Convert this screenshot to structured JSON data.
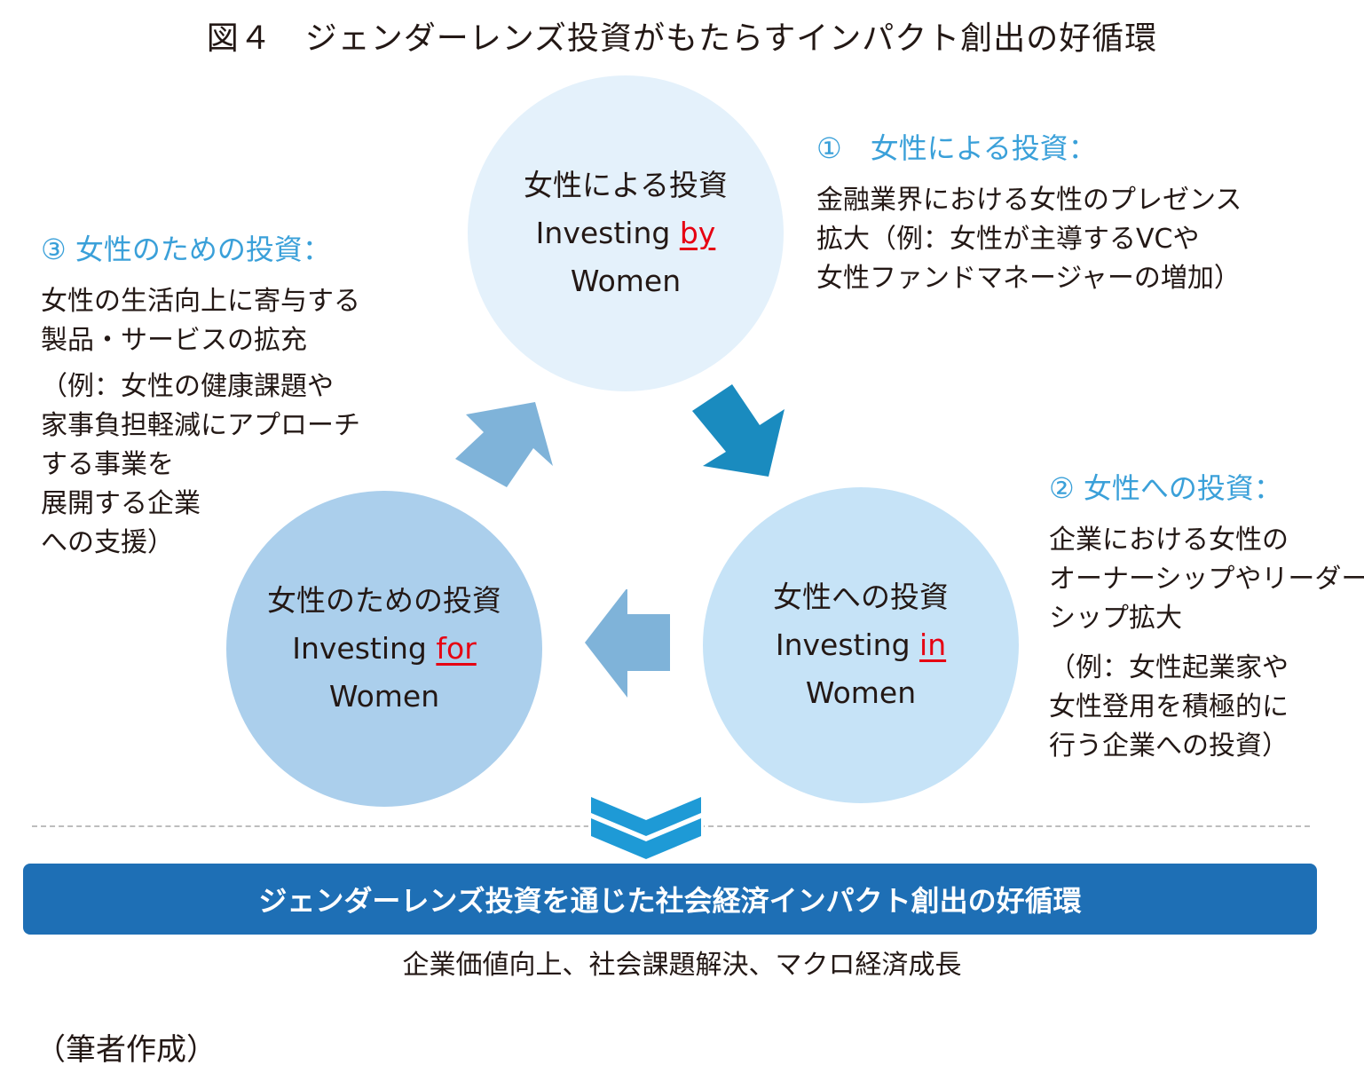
{
  "title": "図４　ジェンダーレンズ投資がもたらすインパクト創出の好循環",
  "circles": {
    "top": {
      "jp": "女性による投資",
      "en_pre": "Investing",
      "en_kw": "by",
      "en_post": "Women"
    },
    "right": {
      "jp": "女性への投資",
      "en_pre": "Investing",
      "en_kw": "in",
      "en_post": "Women"
    },
    "left": {
      "jp": "女性のための投資",
      "en_pre": "Investing",
      "en_kw": "for",
      "en_post": "Women"
    }
  },
  "annotations": {
    "one": {
      "head": "①　女性による投資：",
      "lines": [
        "金融業界における女性のプレゼンス",
        "拡大（例：女性が主導するVCや",
        "女性ファンドマネージャーの増加）"
      ]
    },
    "two": {
      "head": "②  女性への投資：",
      "lines": [
        "企業における女性の",
        "オーナーシップやリーダー",
        "シップ拡大"
      ],
      "example": [
        "（例：女性起業家や",
        "女性登用を積極的に",
        "行う企業への投資）"
      ]
    },
    "three": {
      "head": "③  女性のための投資：",
      "lines": [
        "女性の生活向上に寄与する",
        "製品・サービスの拡充"
      ],
      "example": [
        "（例：女性の健康課題や",
        "家事負担軽減にアプローチ",
        "する事業を",
        "展開する企業",
        "への支援）"
      ]
    }
  },
  "banner": "ジェンダーレンズ投資を通じた社会経済インパクト創出の好循環",
  "outcomes": "企業価値向上、社会課題解決、マクロ経済成長",
  "source": "（筆者作成）",
  "colors": {
    "accent_text": "#3aa0d9",
    "highlight": "#e60012",
    "banner_bg": "#1e6fb5",
    "arrow_dark": "#1a8bbf",
    "arrow_light": "#7fb3d9",
    "chevron": "#1e9ad6"
  }
}
